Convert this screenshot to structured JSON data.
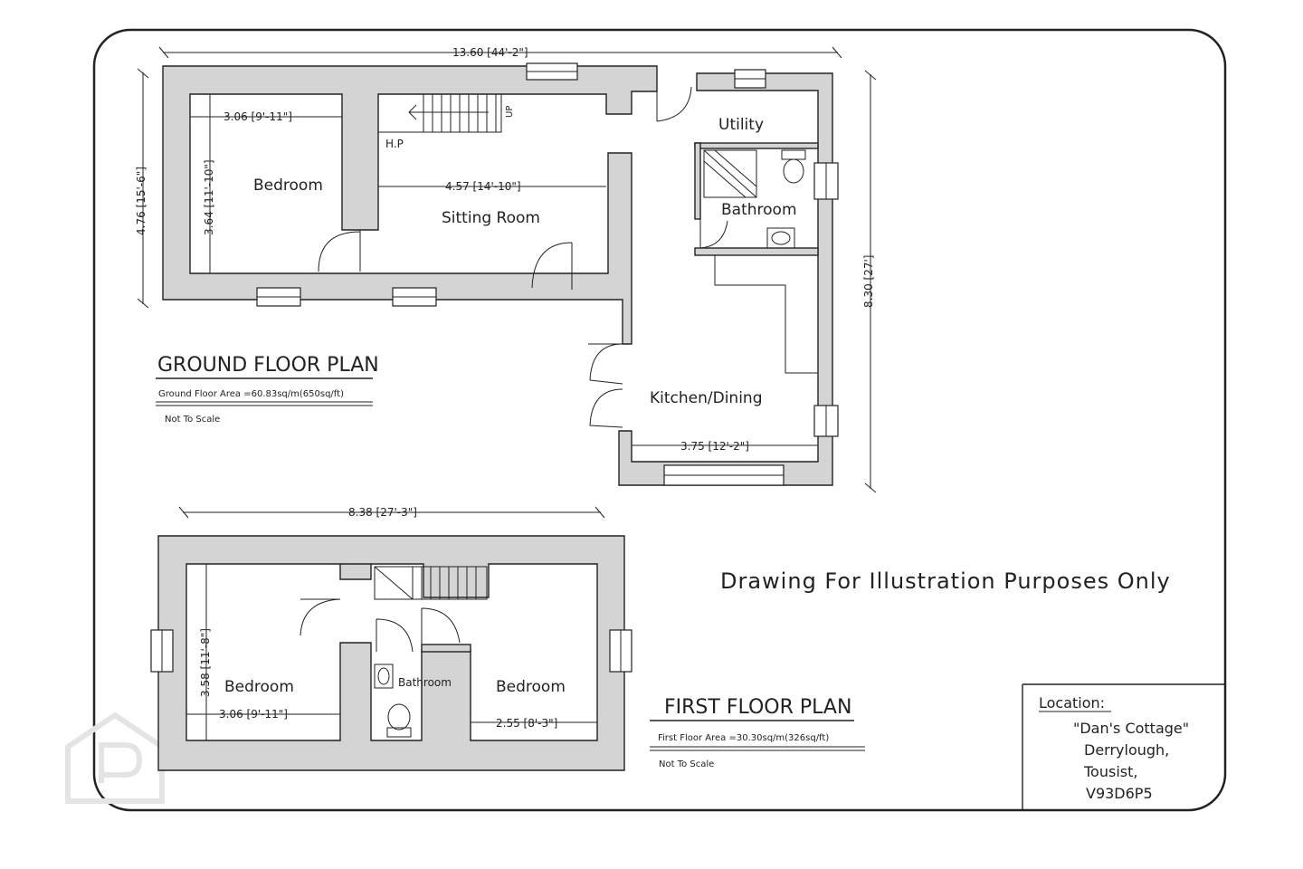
{
  "ground_floor": {
    "title": "GROUND FLOOR PLAN",
    "area": "Ground Floor Area =60.83sq/m(650sq/ft)",
    "scale": "Not To Scale",
    "rooms": {
      "bedroom": "Bedroom",
      "sitting_room": "Sitting Room",
      "utility": "Utility",
      "bathroom": "Bathroom",
      "kitchen": "Kitchen/Dining"
    },
    "dims": {
      "overall_width": "13.60 [44'-2\"]",
      "overall_height": "4.76 [15'-6\"]",
      "wing_height": "8.30 [27']",
      "bedroom_width": "3.06 [9'-11\"]",
      "bedroom_height": "3.64 [11'-10\"]",
      "sitting_width": "4.57 [14'-10\"]",
      "kitchen_width": "3.75 [12'-2\"]"
    },
    "labels": {
      "hp": "H.P",
      "up": "UP"
    }
  },
  "first_floor": {
    "title": "FIRST FLOOR PLAN",
    "area": "First Floor Area =30.30sq/m(326sq/ft)",
    "scale": "Not To Scale",
    "rooms": {
      "bedroom_left": "Bedroom",
      "bathroom": "Bathroom",
      "bedroom_right": "Bedroom"
    },
    "dims": {
      "overall_width": "8.38 [27'-3\"]",
      "left_height": "3.58 [11'-8\"]",
      "left_width": "3.06 [9'-11\"]",
      "right_width": "2.55 [8'-3\"]"
    }
  },
  "disclaimer": "Drawing For Illustration Purposes Only",
  "location": {
    "heading": "Location:",
    "lines": [
      "\"Dan's Cottage\"",
      "Derrylough,",
      "Tousist,",
      "V93D6P5"
    ]
  }
}
